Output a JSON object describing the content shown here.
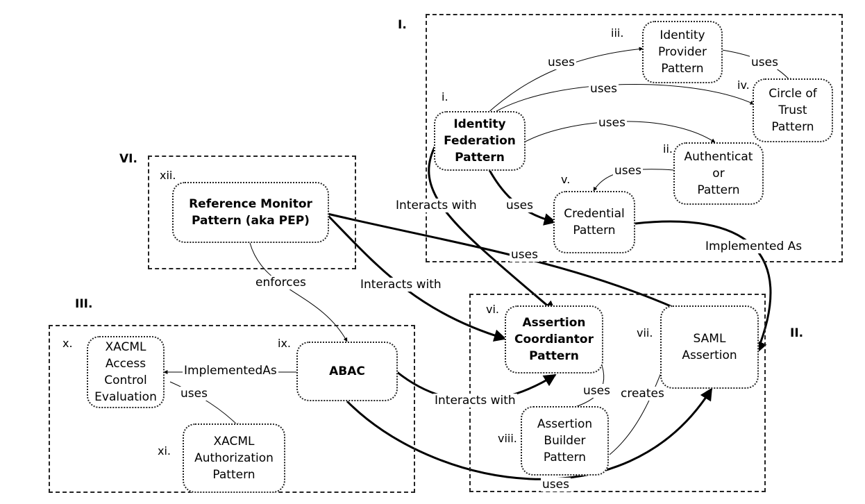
{
  "groups": [
    {
      "id": "I",
      "label": "I."
    },
    {
      "id": "II",
      "label": "II."
    },
    {
      "id": "III",
      "label": "III."
    },
    {
      "id": "VI",
      "label": "VI."
    }
  ],
  "nodes": {
    "identity_provider": {
      "num": "iii.",
      "text": "Identity\nProvider\nPattern"
    },
    "circle_of_trust": {
      "num": "iv.",
      "text": "Circle of\nTrust\nPattern"
    },
    "identity_federation": {
      "num": "i.",
      "text": "Identity\nFederation\nPattern"
    },
    "authenticator": {
      "num": "ii.",
      "text": "Authenticat\nor\nPattern"
    },
    "credential": {
      "num": "v.",
      "text": "Credential\nPattern"
    },
    "reference_monitor": {
      "num": "xii.",
      "text": "Reference Monitor\nPattern (aka PEP)"
    },
    "assertion_coordinator": {
      "num": "vi.",
      "text": "Assertion\nCoordiantor\nPattern"
    },
    "saml_assertion": {
      "num": "vii.",
      "text": "SAML\nAssertion"
    },
    "assertion_builder": {
      "num": "viii.",
      "text": "Assertion\nBuilder\nPattern"
    },
    "xacml_ace": {
      "num": "x.",
      "text": "XACML\nAccess\nControl\nEvaluation"
    },
    "abac": {
      "num": "ix.",
      "text": "ABAC"
    },
    "xacml_authz": {
      "num": "xi.",
      "text": "XACML\nAuthorization\nPattern"
    }
  },
  "edge_labels": {
    "uses_idf_idp": "uses",
    "uses_idp_cot": "uses",
    "uses_idf_cot": "uses",
    "uses_idf_auth": "uses",
    "uses_auth_cred": "uses",
    "uses_idf_cred": "uses",
    "interacts_idf_ac": "Interacts with",
    "implemented_cred_saml": "Implemented As",
    "uses_rm_saml": "uses",
    "enforces_rm_abac": "enforces",
    "interacts_rm_ac": "Interacts with",
    "implementedas_abac_xacml": "ImplementedAs",
    "uses_xacml_authz": "uses",
    "interacts_abac_ac": "Interacts with",
    "uses_ac_builder": "uses",
    "creates_builder_saml": "creates",
    "uses_abac_saml": "uses"
  }
}
